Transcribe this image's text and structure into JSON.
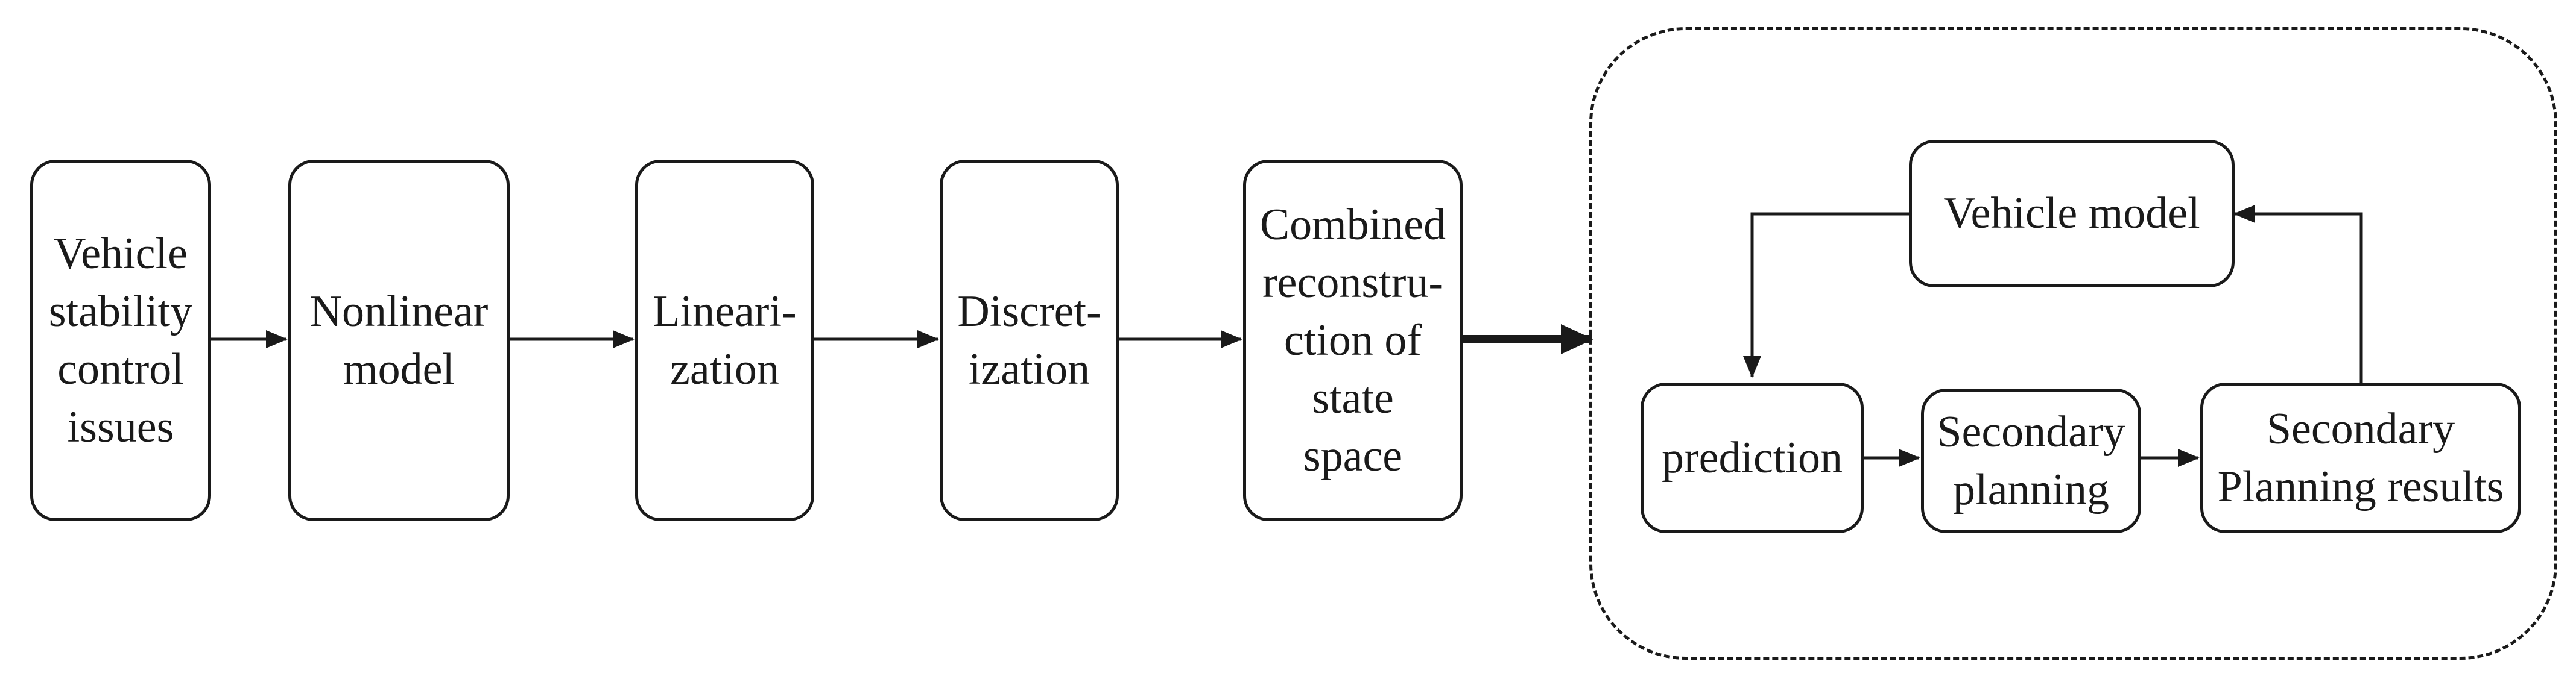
{
  "diagram": {
    "flow_boxes": [
      {
        "id": "vehicle-stability",
        "label": "Vehicle\nstability\ncontrol\nissues"
      },
      {
        "id": "nonlinear-model",
        "label": "Nonlinear\nmodel"
      },
      {
        "id": "linearization",
        "label": "Lineari-\nzation"
      },
      {
        "id": "discretization",
        "label": "Discret-\nization"
      },
      {
        "id": "combined-reconstruction",
        "label": "Combined\nreconstru-\nction of\nstate\nspace"
      }
    ],
    "mpc_boxes": [
      {
        "id": "vehicle-model",
        "label": "Vehicle model"
      },
      {
        "id": "prediction",
        "label": "prediction"
      },
      {
        "id": "secondary-planning",
        "label": "Secondary\nplanning"
      },
      {
        "id": "secondary-planning-results",
        "label": "Secondary\nPlanning results"
      }
    ],
    "colors": {
      "stroke": "#1a1a1a",
      "background": "#ffffff"
    }
  }
}
